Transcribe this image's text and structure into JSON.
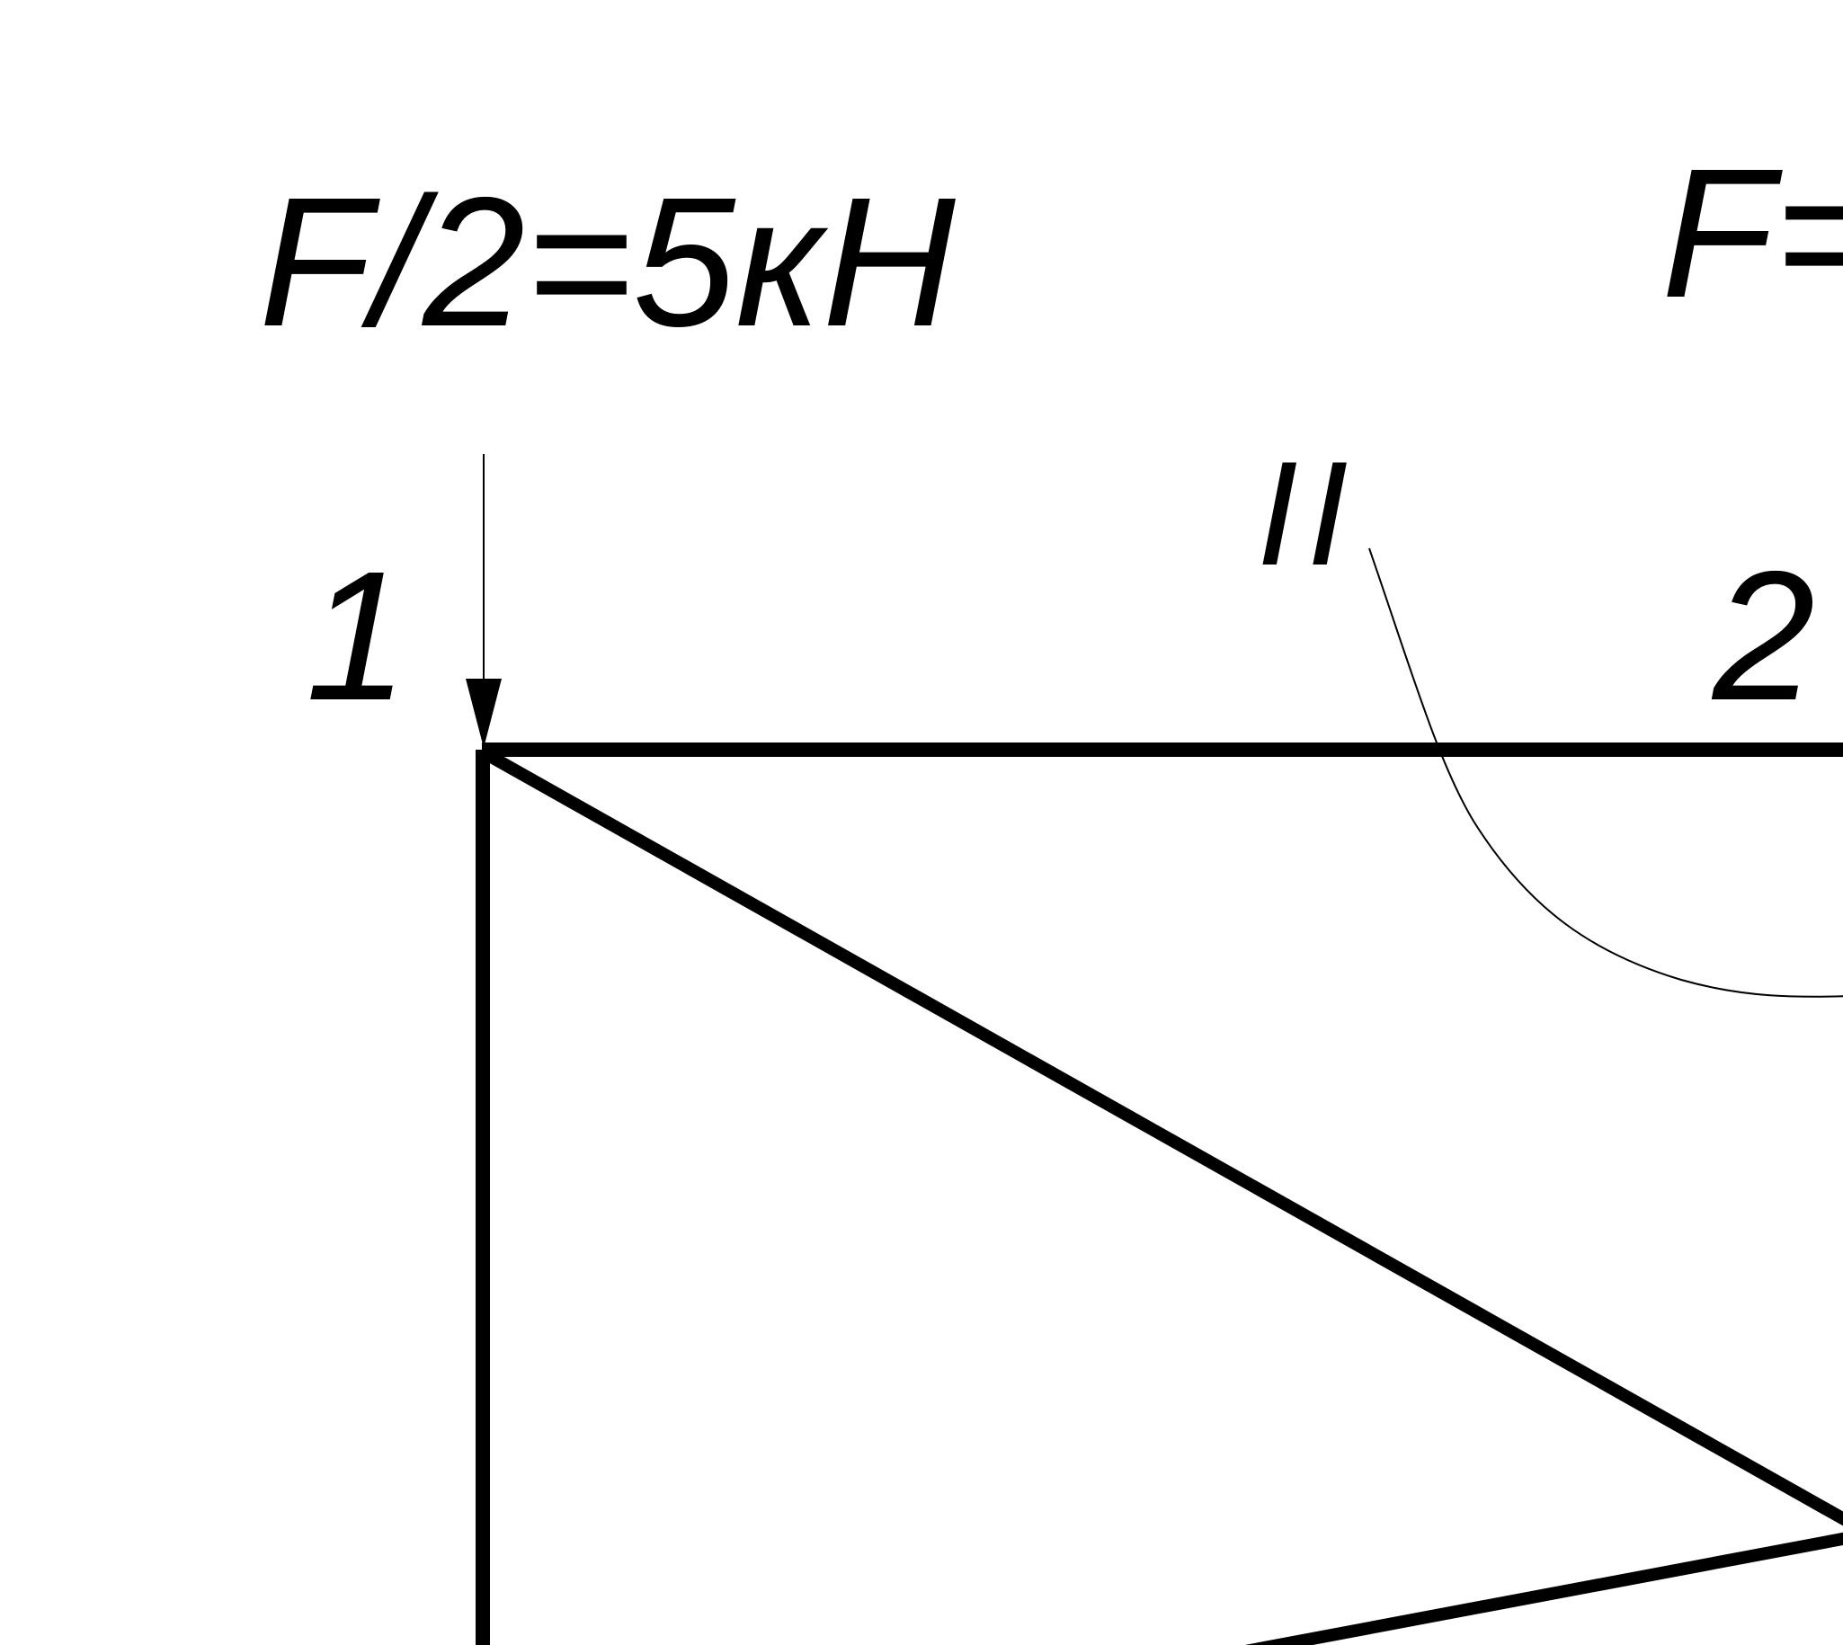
{
  "labels": {
    "load_left": "F/2=5кН",
    "load_right_partial": "F=",
    "node_1": "1",
    "node_2": "2",
    "section_mark": "II"
  },
  "colors": {
    "stroke": "#000000",
    "background": "#ffffff"
  }
}
